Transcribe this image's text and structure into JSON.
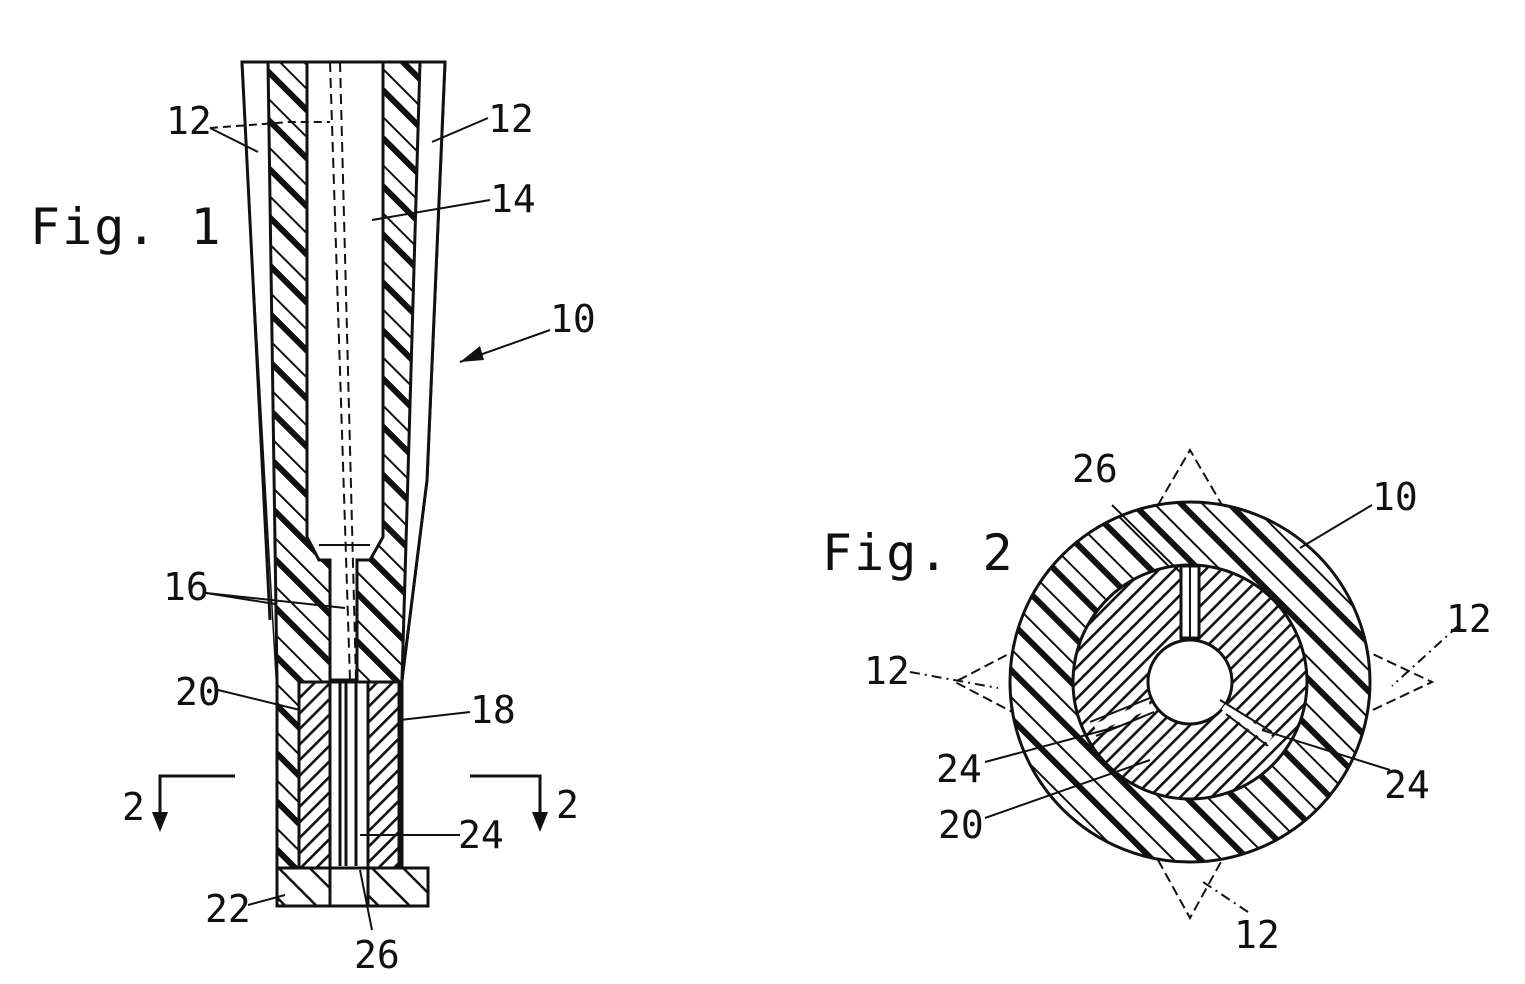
{
  "figure1": {
    "title": "Fig. 1",
    "labels": {
      "housing": "10",
      "channel_left": "12",
      "channel_right": "12",
      "bore": "14",
      "narrow_bore": "16",
      "sleeve": "18",
      "insert": "20",
      "end_cap": "22",
      "slot": "24",
      "groove": "26",
      "section_left": "2",
      "section_right": "2"
    }
  },
  "figure2": {
    "title": "Fig. 2",
    "labels": {
      "groove": "26",
      "housing": "10",
      "channel_right": "12",
      "channel_left": "12",
      "channel_bottom": "12",
      "slot_left": "24",
      "slot_right": "24",
      "insert": "20"
    }
  },
  "colors": {
    "ink": "#111111",
    "paper": "#ffffff"
  }
}
